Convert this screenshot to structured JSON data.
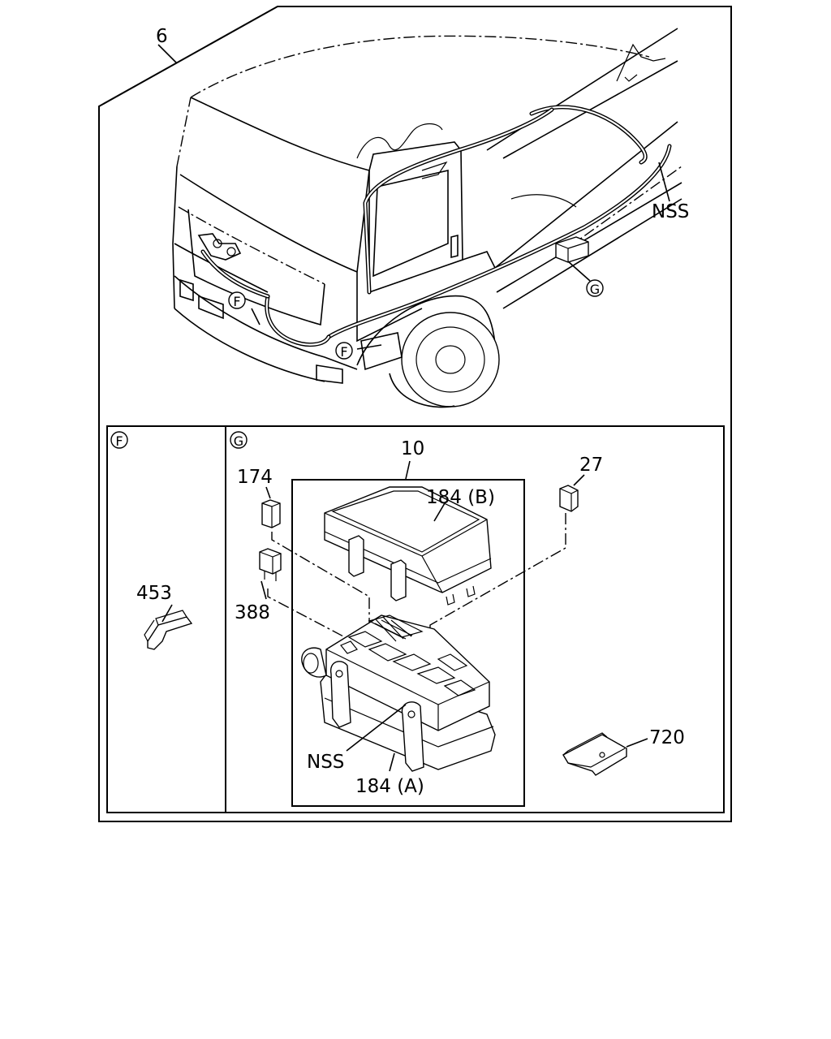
{
  "labels": {
    "assembly": "6",
    "nss_top": "NSS",
    "callout_g_top": "G",
    "callout_f_1": "F",
    "callout_f_2": "F",
    "detail_f": "F",
    "detail_g": "G",
    "fuse_box": "10",
    "cover_b": "184 (B)",
    "relay_174": "174",
    "relay_388": "388",
    "fuse_27": "27",
    "clip_453": "453",
    "bracket_720": "720",
    "nss_box": "NSS",
    "base_a": "184 (A)"
  }
}
